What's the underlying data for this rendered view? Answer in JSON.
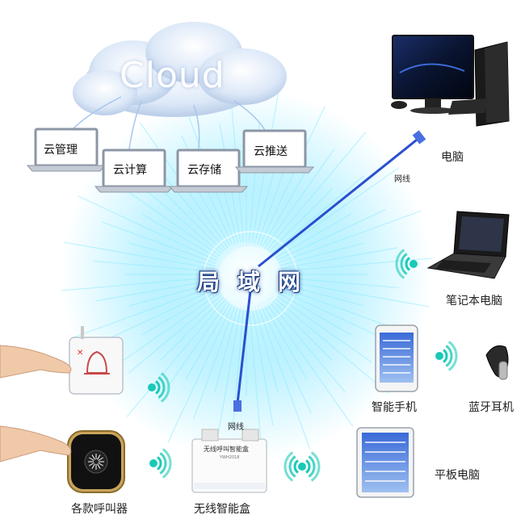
{
  "colors": {
    "cable": "#2a4fd0",
    "burst": "#7fe6ff",
    "signal": "#19c9b8",
    "cloud": "#cfe0f6"
  },
  "cloud": {
    "title": "Cloud"
  },
  "cloud_services": [
    "云管理",
    "云计算",
    "云存储",
    "云推送"
  ],
  "center": {
    "label": "局域网"
  },
  "devices": {
    "desktop": "电脑",
    "laptop": "笔记本电脑",
    "smartphone": "智能手机",
    "bluetooth_headset": "蓝牙耳机",
    "tablet": "平板电脑",
    "call_buttons": "各款呼叫器",
    "wireless_box": "无线智能盒"
  },
  "cables": {
    "top": "网线",
    "bottom": "网线"
  },
  "box": {
    "title": "无线呼叫智能盒",
    "model": "YWH2018"
  }
}
